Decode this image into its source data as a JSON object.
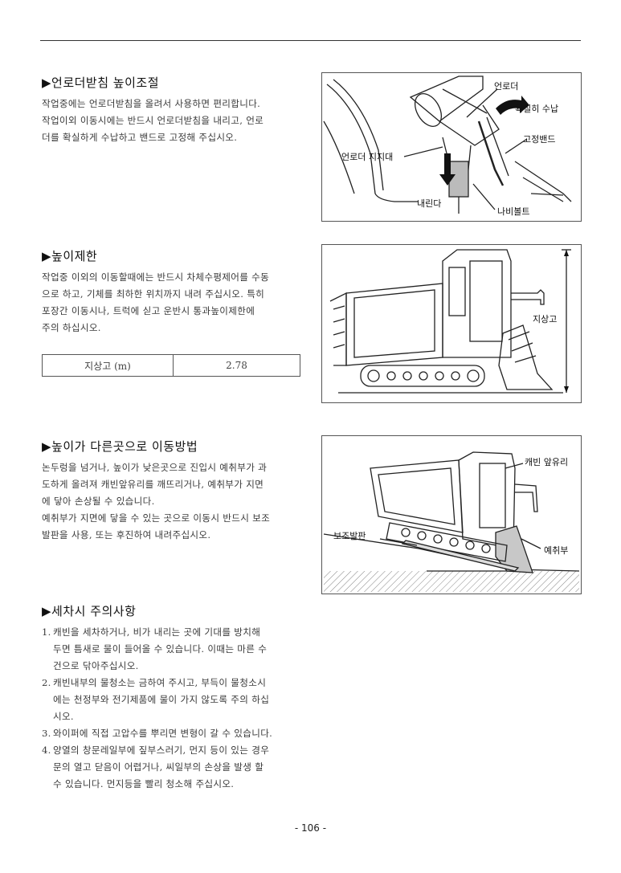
{
  "sections": {
    "ladder": {
      "title": "▶언로더받침 높이조절",
      "paragraphs": [
        "작업중에는 언로더받침을 올려서 사용하면 편리합니다.",
        "작업이외 이동시에는 반드시 언로더받침을 내리고, 언로",
        "더를 확실하게 수납하고 밴드로 고정해 주십시오."
      ]
    },
    "height_limit": {
      "title": "▶높이제한",
      "paragraphs": [
        "작업중 이외의 이동할때에는 반드시 차체수평제어를 수동",
        "으로 하고, 기체를 최하한 위치까지 내려 주십시오. 특히",
        "포장간 이동시나, 트럭에 싣고 운반시 통과높이제한에",
        "주의 하십시오."
      ],
      "table": {
        "label": "지상고 (m)",
        "value": "2.78"
      }
    },
    "slope_move": {
      "title": "▶높이가 다른곳으로 이동방법",
      "paragraphs": [
        "논두렁을 넘거나, 높이가 낮은곳으로 진입시 예취부가 과",
        "도하게 올려져 캐빈앞유리를 깨뜨리거나, 예취부가 지면",
        "에 닿아 손상될 수 있습니다.",
        "예취부가 지면에 닿을 수 있는 곳으로 이동시 반드시 보조",
        "발판을 사용, 또는 후진하여 내려주십시오."
      ]
    },
    "washing": {
      "title": "▶세차시 주의사항",
      "items": [
        {
          "num": "1.",
          "lines": [
            "캐빈을 세차하거나, 비가 내리는 곳에 기대를 방치해",
            "두면 틈새로 물이 들어올 수 있습니다. 이때는 마른 수",
            "건으로 닦아주십시오."
          ]
        },
        {
          "num": "2.",
          "lines": [
            "캐빈내부의 물청소는 금하여 주시고, 부득이 물청소시",
            "에는 천정부와 전기제품에 물이 가지 않도록 주의 하십",
            "시오."
          ]
        },
        {
          "num": "3.",
          "lines": [
            "와이퍼에 직접 고압수를 뿌리면 변형이 갈 수 있습니다."
          ]
        },
        {
          "num": "4.",
          "lines": [
            "양열의 창문레일부에 짚부스러기, 먼지 등이 있는 경우",
            "문의 열고 닫음이 어렵거나, 씨일부의 손상을 발생 할",
            "수 있습니다. 먼지등을 빨리 청소해 주십시오."
          ]
        }
      ]
    }
  },
  "figures": {
    "fig1": {
      "unloader": "언로더",
      "stow": "확실히 수납",
      "band": "고정밴드",
      "support": "언로더 지지대",
      "lower": "내린다",
      "wingbolt": "나비볼트"
    },
    "fig2": {
      "ground_height": "지상고"
    },
    "fig3": {
      "cabin_glass": "캐빈 앞유리",
      "aux_plank": "보조발판",
      "header": "예취부"
    }
  },
  "page_number": "- 106 -"
}
